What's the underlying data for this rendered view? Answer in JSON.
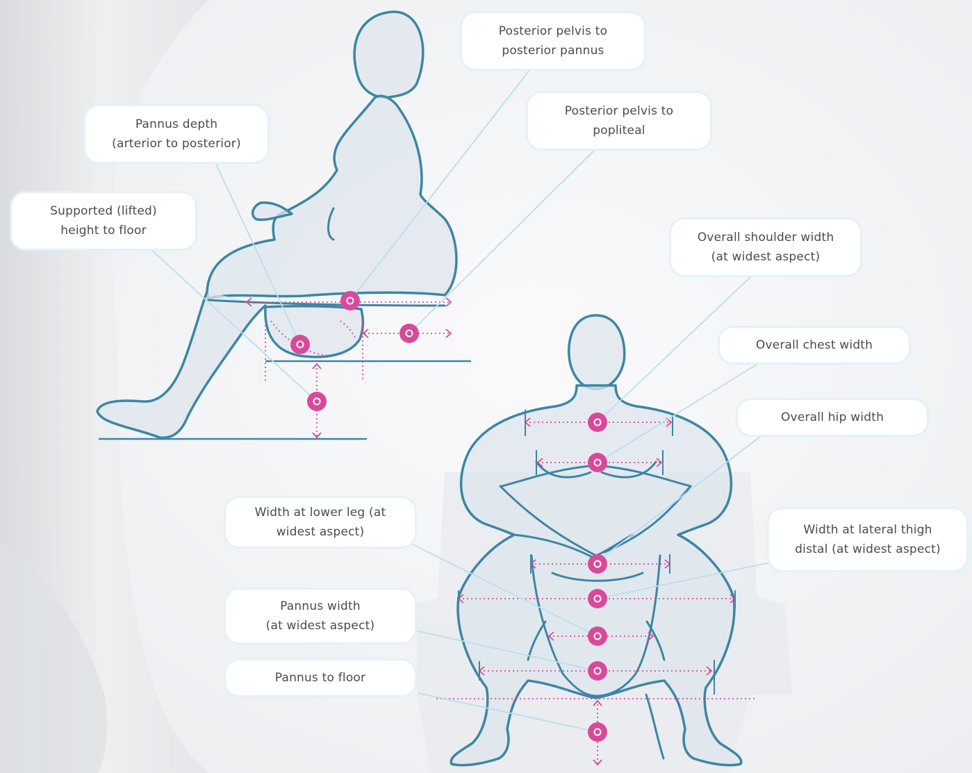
{
  "colors": {
    "outline": "#3c86a3",
    "measure": "#d9499a",
    "leader": "#b9def0",
    "body_fill": "#dde6ec"
  },
  "labels": {
    "posterior_pelvis_pannus": "Posterior pelvis to\nposterior pannus",
    "posterior_pelvis_popliteal": "Posterior pelvis to\npopliteal",
    "pannus_depth": "Pannus depth\n(arterior to posterior)",
    "supported_height": "Supported (lifted)\nheight to floor",
    "shoulder_width": "Overall shoulder width\n(at widest aspect)",
    "chest_width": "Overall chest width",
    "hip_width": "Overall hip width",
    "lower_leg_width": "Width at lower leg (at\nwidest aspect)",
    "lateral_thigh": "Width at lateral thigh\ndistal (at widest aspect)",
    "pannus_width": "Pannus width\n(at widest aspect)",
    "pannus_floor": "Pannus to floor"
  }
}
